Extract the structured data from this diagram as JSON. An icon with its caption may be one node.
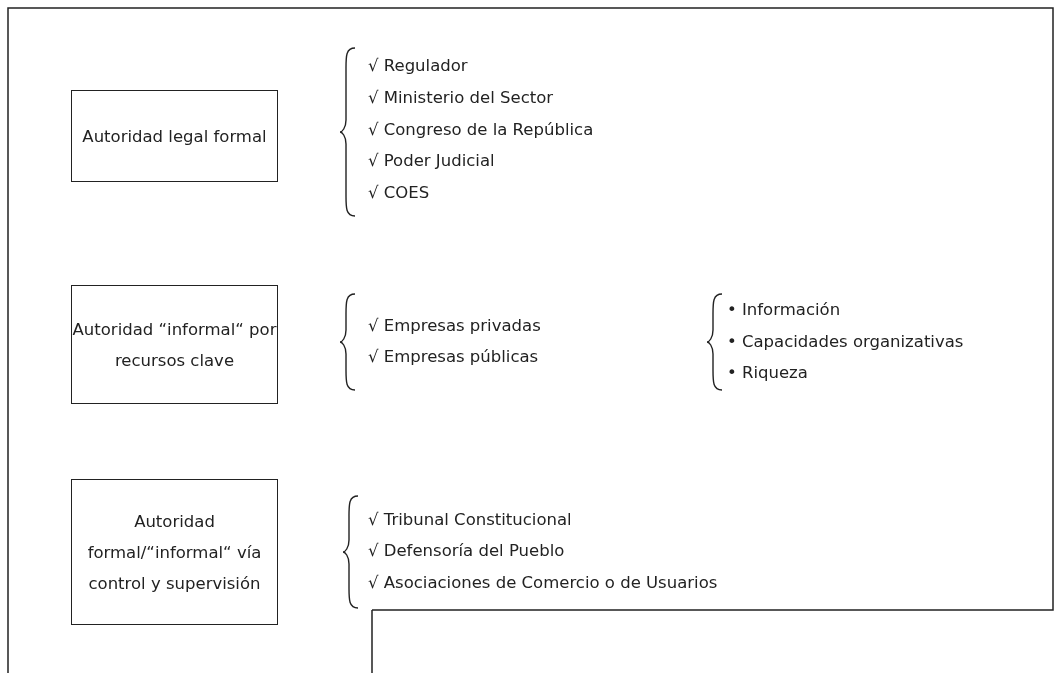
{
  "diagram": {
    "nodes": [
      {
        "text": [
          "Autoridad legal formal"
        ]
      },
      {
        "text": [
          "Autoridad “informal“ por recursos clave"
        ]
      },
      {
        "text": [
          "Autoridad formal/“informal“ vía control y supervisión"
        ]
      }
    ],
    "labels": [
      "√ Regulador",
      "√ Ministerio del Sector",
      "√ Congreso de la República",
      "√ Poder Judicial",
      "√ COES",
      "√ Empresas privadas",
      "√ Empresas públicas",
      "• Información",
      "• Capacidades organizativas",
      "• Riqueza",
      "√ Tribunal Constitucional",
      "√ Defensoría del Pueblo",
      "√ Asociaciones de Comercio o de Usuarios"
    ]
  }
}
